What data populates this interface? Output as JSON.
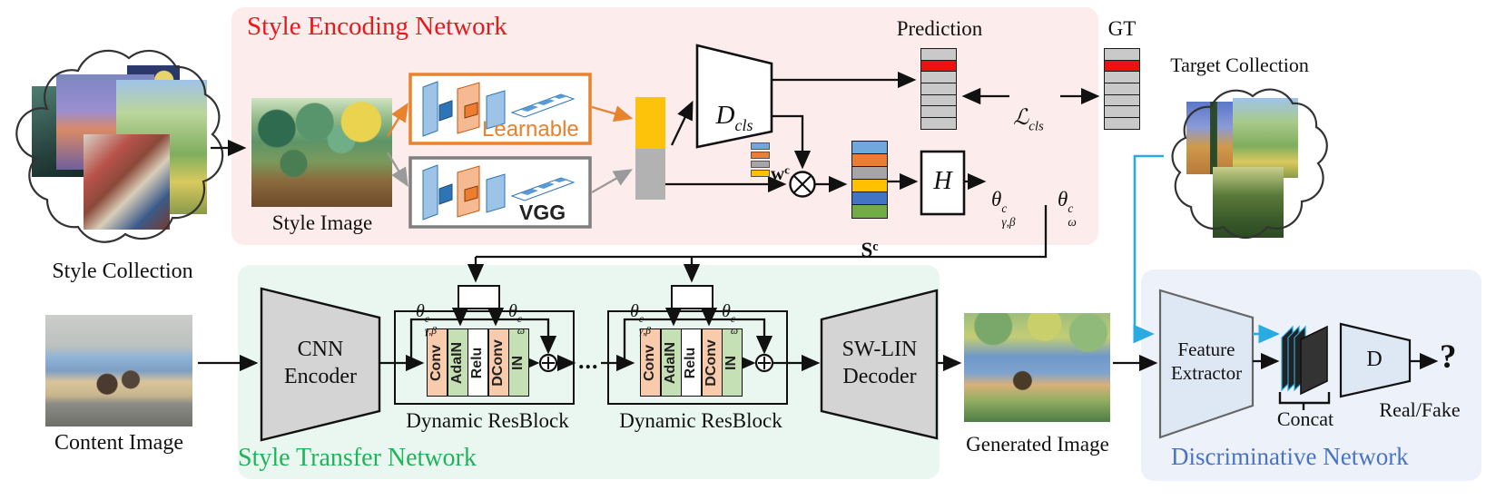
{
  "titles": {
    "encoding": "Style Encoding Network",
    "transfer": "Style Transfer Network",
    "discriminative": "Discriminative Network"
  },
  "labels": {
    "style_collection": "Style Collection",
    "style_image": "Style Image",
    "content_image": "Content Image",
    "generated_image": "Generated Image",
    "target_collection": "Target Collection",
    "prediction": "Prediction",
    "gt": "GT",
    "learnable": "Learnable",
    "vgg": "VGG",
    "cnn_encoder": "CNN\nEncoder",
    "swlin_decoder": "SW-LIN\nDecoder",
    "feature_extractor": "Feature\nExtractor",
    "dynamic_resblock": "Dynamic ResBlock",
    "concat": "Concat",
    "real_fake": "Real/Fake",
    "question": "?",
    "dots": "..."
  },
  "math": {
    "d_cls": {
      "base": "D",
      "sub": "cls"
    },
    "l_cls": {
      "base": "ℒ",
      "sub": "cls"
    },
    "w_c": {
      "base": "w",
      "sup": "c"
    },
    "s_c": {
      "base": "S",
      "sup": "c"
    },
    "h": {
      "label": "H"
    },
    "d": {
      "label": "D"
    },
    "theta_gb": {
      "base": "θ",
      "sup": "c",
      "sub": "γ,β"
    },
    "theta_om": {
      "base": "θ",
      "sup": "c",
      "sub": "ω"
    }
  },
  "resblock": {
    "layers": [
      "Conv",
      "AdaIN",
      "Relu",
      "DConv",
      "IN"
    ]
  },
  "stacks": {
    "prediction": [
      "#c9c9c9",
      "#ee1111",
      "#c9c9c9",
      "#c9c9c9",
      "#c9c9c9",
      "#c9c9c9",
      "#c9c9c9"
    ],
    "gt": [
      "#c9c9c9",
      "#ee1111",
      "#c9c9c9",
      "#c9c9c9",
      "#c9c9c9",
      "#c9c9c9",
      "#c9c9c9"
    ],
    "s_c": [
      "#6fa8dc",
      "#ed7d31",
      "#a6a6a6",
      "#ffc000",
      "#4472c4",
      "#70ad47"
    ],
    "w_c": [
      "#6fa8dc",
      "#ed7d31",
      "#a6a6a6",
      "#ffc000"
    ],
    "style_code": [
      "#fdc30b",
      "#b2b2b2"
    ]
  },
  "colors": {
    "encoding_title": "#e8191d",
    "transfer_title": "#1fb45a",
    "discriminative_title": "#4a73c4",
    "encoding_bg": "#fdecec",
    "transfer_bg": "#e9f7f0",
    "discriminative_bg": "#edf1fa",
    "learnable_accent": "#e8822d",
    "vgg_accent": "#7f7f7f",
    "cyan_flow": "#29abe2",
    "conv_slab": "#f8cbad",
    "norm_slab": "#c5e0b4",
    "relu_slab": "#ffffff",
    "trapezoid_gray": "#d4d4d4",
    "trapezoid_blue": "#dde8f4"
  }
}
